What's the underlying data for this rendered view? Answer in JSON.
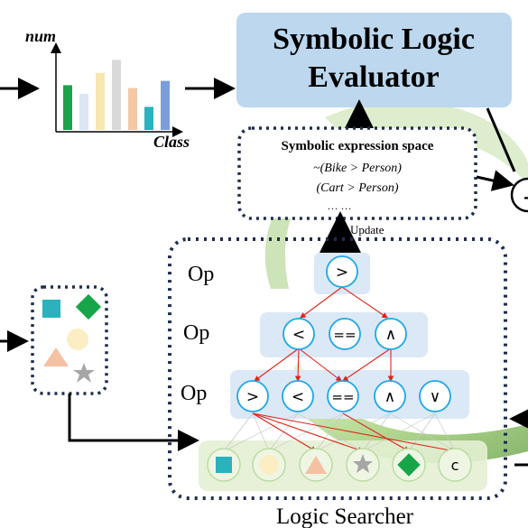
{
  "chart_panel": {
    "y_label": "num",
    "x_label": "Class",
    "bar_colors": [
      "#1aa34a",
      "#dbe6f4",
      "#f7e7b0",
      "#d9d9d9",
      "#f4c7a5",
      "#2ab2bd",
      "#7a9edb"
    ],
    "bar_levels": [
      0.62,
      0.5,
      0.79,
      0.97,
      0.58,
      0.32,
      0.68
    ]
  },
  "evaluator": {
    "line1": "Symbolic Logic",
    "line2": "Evaluator",
    "fill": "#bcd7ee"
  },
  "expression_space": {
    "title": "Symbolic expression space",
    "expr1": "~(Bike > Person)",
    "expr2": "(Cart > Person)",
    "ellipsis": "… …",
    "update_label": "Update"
  },
  "searcher": {
    "title": "Logic Searcher",
    "row_labels": [
      "Op",
      "Op",
      "Op"
    ],
    "top_ops": [
      ">"
    ],
    "mid_ops": [
      "<",
      "==",
      "∧"
    ],
    "low_ops": [
      ">",
      "<",
      "==",
      "∧",
      "∨"
    ],
    "leaf_text": "c",
    "accent": "#1ea7e6",
    "edge_color": "#e0241b"
  },
  "plus_symbol": "+"
}
